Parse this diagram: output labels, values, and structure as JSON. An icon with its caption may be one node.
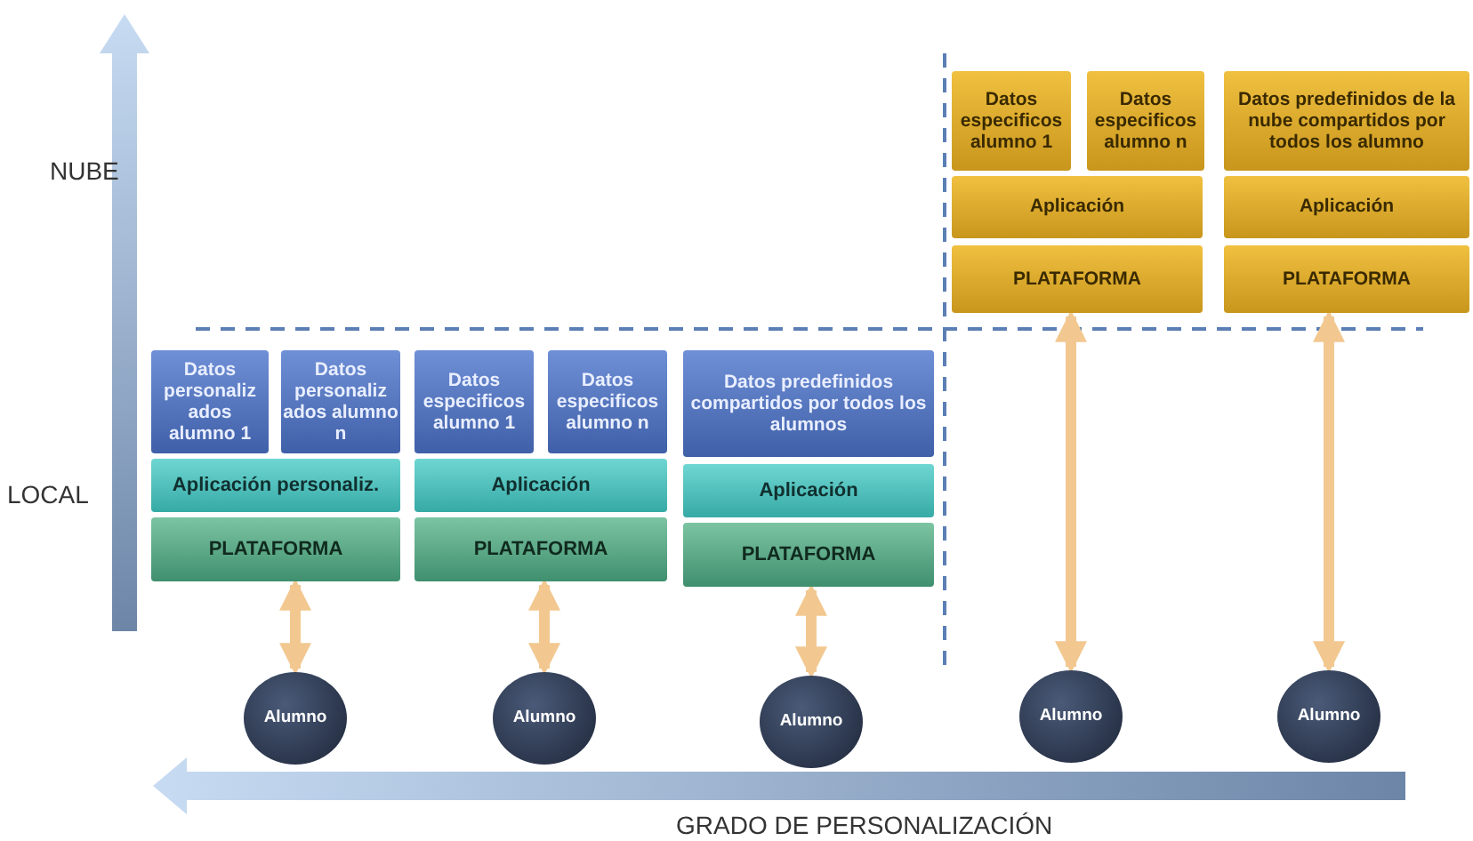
{
  "diagram": {
    "nodes": [
      {
        "text": [
          "Datos especificos alumno 1"
        ]
      },
      {
        "text": [
          "Datos especificos alumno n"
        ]
      },
      {
        "text": [
          "Datos predefinidos de la nube compartidos por todos los alumno"
        ]
      },
      {
        "text": [
          "Aplicación"
        ]
      },
      {
        "text": [
          "Aplicación"
        ]
      },
      {
        "text": [
          "PLATAFORMA"
        ]
      },
      {
        "text": [
          "PLATAFORMA"
        ]
      },
      {
        "text": [
          "Datos personaliz ados alumno 1"
        ]
      },
      {
        "text": [
          "Datos personaliz ados alumno n"
        ]
      },
      {
        "text": [
          "Datos especificos alumno 1"
        ]
      },
      {
        "text": [
          "Datos especificos alumno n"
        ]
      },
      {
        "text": [
          "Datos predefinidos compartidos por todos los alumnos"
        ]
      },
      {
        "text": [
          "Aplicación personaliz."
        ]
      },
      {
        "text": [
          "Aplicación"
        ]
      },
      {
        "text": [
          "Aplicación"
        ]
      },
      {
        "text": [
          "PLATAFORMA"
        ]
      },
      {
        "text": [
          "PLATAFORMA"
        ]
      },
      {
        "text": [
          "PLATAFORMA"
        ]
      },
      {
        "text": [
          "Alumno"
        ]
      },
      {
        "text": [
          "Alumno"
        ]
      },
      {
        "text": [
          "Alumno"
        ]
      },
      {
        "text": [
          "Alumno"
        ]
      },
      {
        "text": [
          "Alumno"
        ]
      }
    ],
    "edges": [
      {
        "from": 15,
        "to": 18,
        "arrow": "both"
      },
      {
        "from": 16,
        "to": 19,
        "arrow": "both"
      },
      {
        "from": 17,
        "to": 20,
        "arrow": "both"
      },
      {
        "from": 5,
        "to": 21,
        "arrow": "both"
      },
      {
        "from": 6,
        "to": 22,
        "arrow": "both"
      }
    ],
    "labels": [
      "NUBE",
      "LOCAL",
      "GRADO DE PERSONALIZACIÓN"
    ]
  }
}
